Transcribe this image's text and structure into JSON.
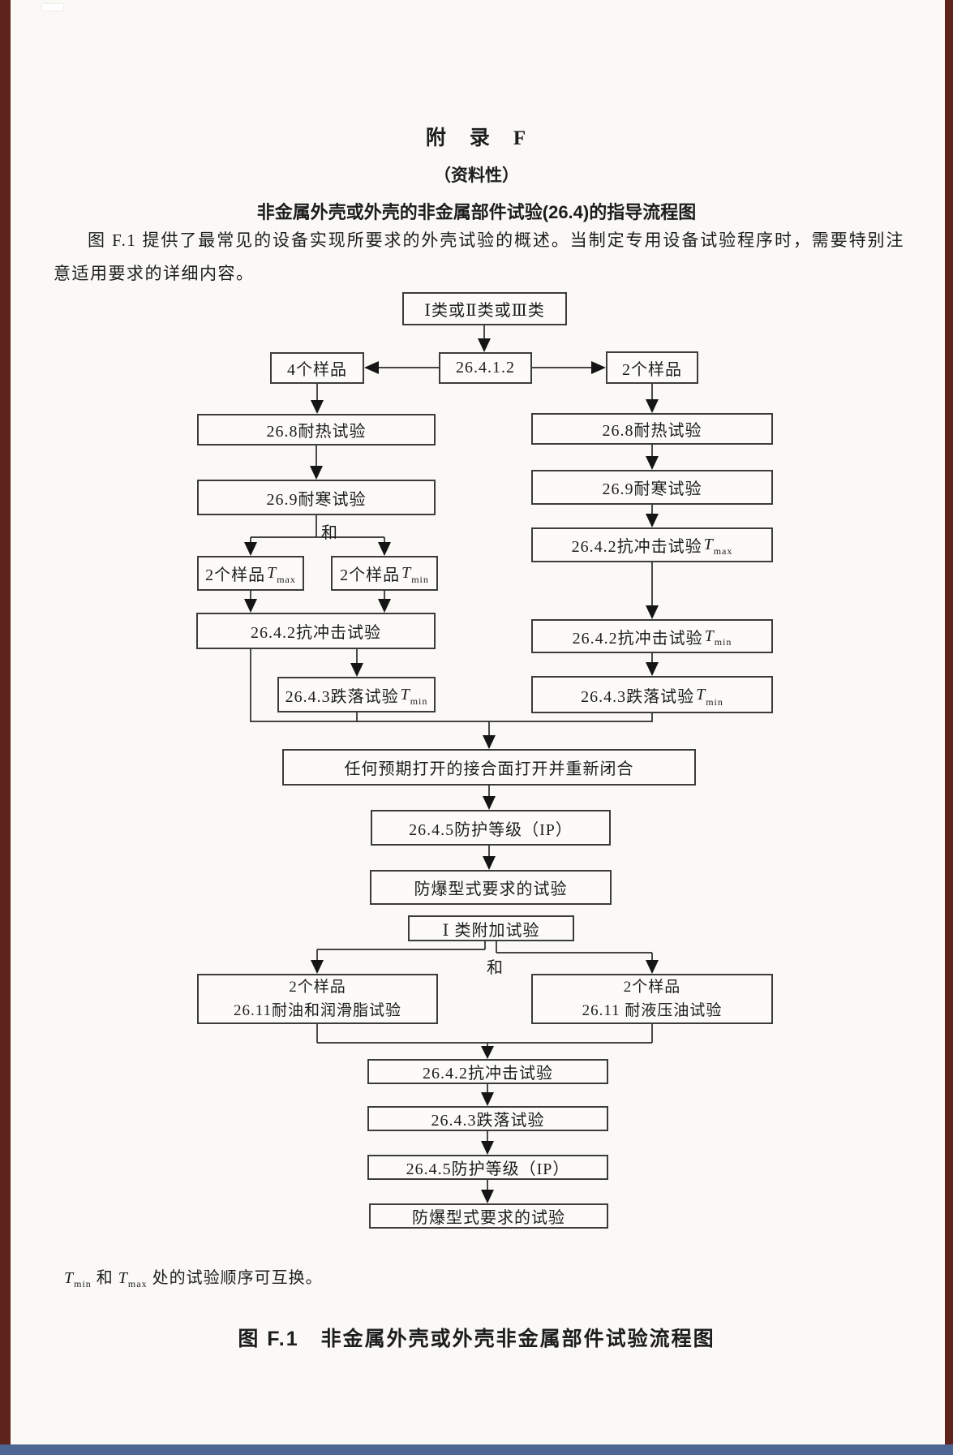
{
  "colors": {
    "page_bg": "#faf9f6",
    "side_bar": "#5e231c",
    "bottom_bar": "#4d6694",
    "box_border": "#3c3c3c",
    "ink": "#1d1d1d",
    "line": "#2b2b2b"
  },
  "header": {
    "annex": "附　录　F",
    "informative": "（资料性）",
    "title": "非金属外壳或外壳的非金属部件试验(26.4)的指导流程图"
  },
  "intro": "图 F.1 提供了最常见的设备实现所要求的外壳试验的概述。当制定专用设备试验程序时，需要特别注意适用要求的详细内容。",
  "flowchart": {
    "nodes": {
      "class_sel": {
        "text": "Ⅰ类或Ⅱ类或Ⅲ类"
      },
      "ref": {
        "text": "26.4.1.2"
      },
      "samples4": {
        "text": "4个样品"
      },
      "samples2": {
        "text": "2个样品"
      },
      "l_heat": {
        "text": "26.8耐热试验"
      },
      "r_heat": {
        "text": "26.8耐热试验"
      },
      "l_cold": {
        "text": "26.9耐寒试验"
      },
      "r_cold": {
        "text": "26.9耐寒试验"
      },
      "l_tmax": {
        "text": "2个样品",
        "t": "T",
        "sub": "max"
      },
      "l_tmin": {
        "text": "2个样品",
        "t": "T",
        "sub": "min"
      },
      "r_impact_tmax": {
        "text": "26.4.2抗冲击试验",
        "t": "T",
        "sub": "max"
      },
      "l_impact": {
        "text": "26.4.2抗冲击试验"
      },
      "r_impact_tmin": {
        "text": "26.4.2抗冲击试验",
        "t": "T",
        "sub": "min"
      },
      "l_drop": {
        "text": "26.4.3跌落试验",
        "t": "T",
        "sub": "min"
      },
      "r_drop": {
        "text": "26.4.3跌落试验",
        "t": "T",
        "sub": "min"
      },
      "joint": {
        "text": "任何预期打开的接合面打开并重新闭合"
      },
      "ip1": {
        "text": "26.4.5防护等级（IP）"
      },
      "ex1": {
        "text": "防爆型式要求的试验"
      },
      "class1_extra": {
        "text": "Ⅰ 类附加试验"
      },
      "oil": {
        "line1": "2个样品",
        "line2": "26.11耐油和润滑脂试验"
      },
      "hyd": {
        "line1": "2个样品",
        "line2": "26.11 耐液压油试验"
      },
      "b_impact": {
        "text": "26.4.2抗冲击试验"
      },
      "b_drop": {
        "text": "26.4.3跌落试验"
      },
      "b_ip": {
        "text": "26.4.5防护等级（IP）"
      },
      "b_ex": {
        "text": "防爆型式要求的试验"
      }
    },
    "labels": {
      "and_upper": "和",
      "and_lower": "和"
    }
  },
  "footnote": {
    "t1": "T",
    "s1": "min",
    "mid": "和",
    "t2": "T",
    "s2": "max",
    "rest": "处的试验顺序可互换。"
  },
  "caption": "图 F.1　非金属外壳或外壳非金属部件试验流程图"
}
